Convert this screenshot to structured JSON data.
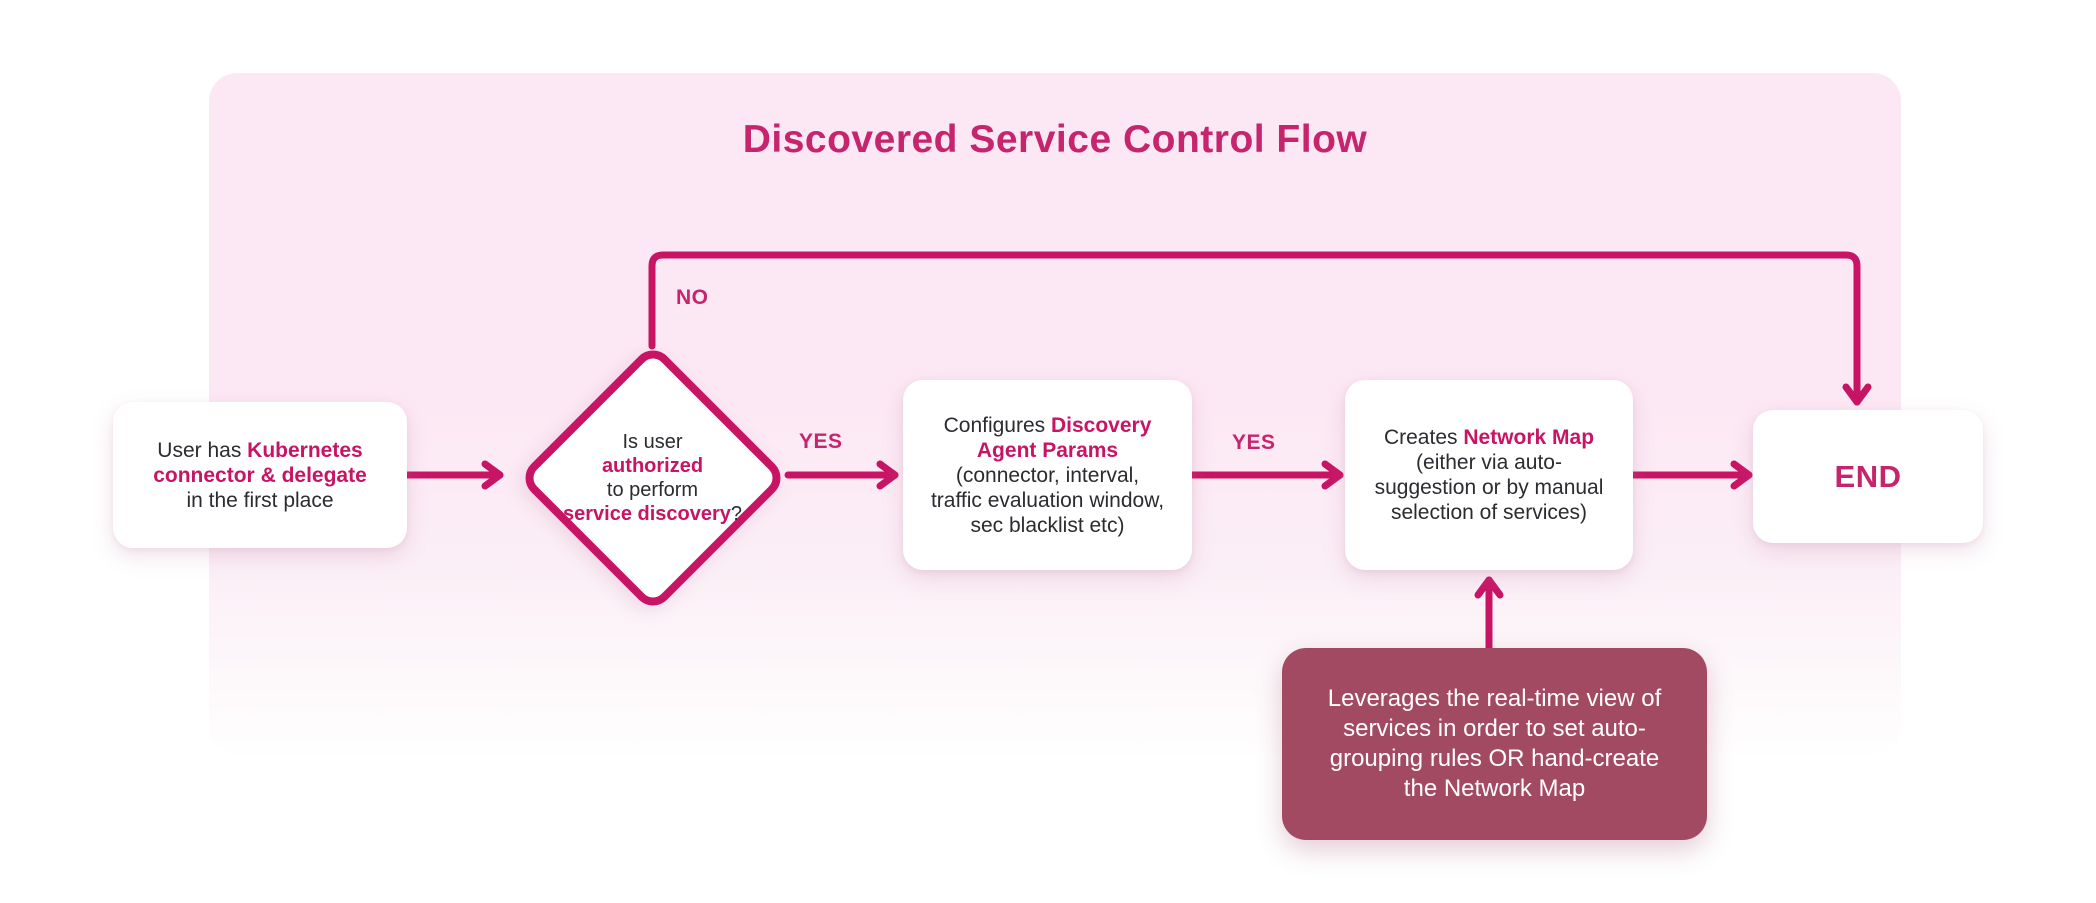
{
  "title": "Discovered Service Control Flow",
  "colors": {
    "accent_line": "#c81465",
    "title_text": "#c7246e",
    "panel_background": "#fce8f4",
    "note_background": "#a34a63",
    "node_background": "#ffffff",
    "body_text": "#2b2b30",
    "note_text": "#ffffff"
  },
  "labels": {
    "no": "NO",
    "yes1": "YES",
    "yes2": "YES"
  },
  "nodes": {
    "start": {
      "line1_plain": "User has ",
      "line1_em": "Kubernetes",
      "line2_em": "connector & delegate",
      "line3_plain": "in the first place"
    },
    "decision": {
      "line1": "Is user",
      "line2_em": "authorized",
      "line3": "to perform",
      "line4_em": "service discovery",
      "line4_suffix": "?"
    },
    "configure": {
      "line1_plain": "Configures ",
      "line1_em": "Discovery",
      "line2_em": "Agent Params",
      "line3": "(connector, interval,",
      "line4": "traffic evaluation window,",
      "line5": "sec blacklist etc)"
    },
    "create": {
      "line1_plain": "Creates ",
      "line1_em": "Network Map",
      "line2": "(either via auto-",
      "line3": "suggestion or by manual",
      "line4": "selection of services)"
    },
    "end": {
      "label": "END"
    },
    "note": {
      "line1": "Leverages the real-time view of",
      "line2": "services in order to set auto-",
      "line3": "grouping rules OR hand-create",
      "line4": "the Network Map"
    }
  }
}
